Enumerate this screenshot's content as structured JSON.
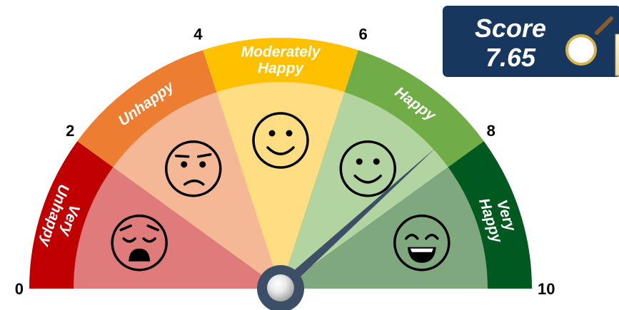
{
  "chart_data": {
    "type": "gauge",
    "min": 0,
    "max": 10,
    "value": 7.65,
    "ticks": [
      {
        "value": 0,
        "label": "0"
      },
      {
        "value": 2,
        "label": "2"
      },
      {
        "value": 4,
        "label": "4"
      },
      {
        "value": 6,
        "label": "6"
      },
      {
        "value": 8,
        "label": "8"
      },
      {
        "value": 10,
        "label": "10"
      }
    ],
    "bands": [
      {
        "from": 0,
        "to": 2,
        "lines": [
          "Very",
          "Unhappy"
        ],
        "outer": "#c00000",
        "inner": "#e07b7b",
        "face": "anguished-face-icon"
      },
      {
        "from": 2,
        "to": 4,
        "lines": [
          "Unhappy"
        ],
        "outer": "#ed7d31",
        "inner": "#f4b897",
        "face": "worried-face-icon"
      },
      {
        "from": 4,
        "to": 6,
        "lines": [
          "Moderately",
          "Happy"
        ],
        "outer": "#ffc000",
        "inner": "#ffdd82",
        "face": "smiling-face-icon"
      },
      {
        "from": 6,
        "to": 8,
        "lines": [
          "Happy"
        ],
        "outer": "#70ad47",
        "inner": "#b2d4a0",
        "face": "happy-face-icon"
      },
      {
        "from": 8,
        "to": 10,
        "lines": [
          "Very",
          "Happy"
        ],
        "outer": "#00591f",
        "inner": "#7fa87f",
        "face": "grinning-face-icon"
      }
    ],
    "needle_color": "#3d4f66",
    "score": {
      "label": "Score",
      "value_text": "7.65",
      "background": "#17375e"
    }
  }
}
